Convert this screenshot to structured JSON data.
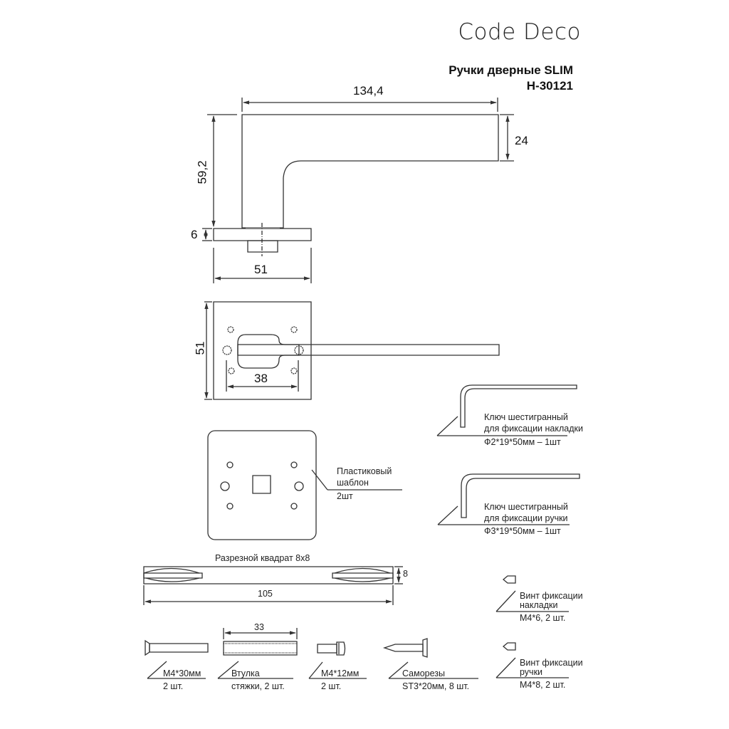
{
  "header": {
    "brand": "Code Deco",
    "product_line": "Ручки дверные SLIM",
    "model": "H-30121"
  },
  "dimensions": {
    "handle_length": "134,4",
    "handle_height": "59,2",
    "lever_width": "24",
    "rosette_thickness": "6",
    "rosette_width": "51",
    "rosette_height": "51",
    "hole_spacing": "38",
    "spindle_length": "105",
    "spindle_section": "8",
    "sleeve_length": "33"
  },
  "parts": {
    "hex_key_rosette": {
      "line1": "Ключ шестигранный",
      "line2": "для фиксации накладки",
      "spec": "Ф2*19*50мм – 1шт"
    },
    "hex_key_handle": {
      "line1": "Ключ шестигранный",
      "line2": "для фиксации ручки",
      "spec": "Ф3*19*50мм – 1шт"
    },
    "template": {
      "line1": "Пластиковый",
      "line2": "шаблон",
      "qty": "2шт"
    },
    "spindle": {
      "label": "Разрезной квадрат 8x8"
    },
    "screw_rosette": {
      "line1": "Винт фиксации",
      "line2": "накладки",
      "spec": "М4*6, 2 шт."
    },
    "screw_handle": {
      "line1": "Винт фиксации",
      "line2": "ручки",
      "spec": "М4*8, 2 шт."
    },
    "bolt_30": {
      "spec": "М4*30мм",
      "qty": "2 шт."
    },
    "sleeve": {
      "line1": "Втулка",
      "line2": "стяжки, 2 шт."
    },
    "bolt_12": {
      "spec": "М4*12мм",
      "qty": "2 шт."
    },
    "self_tapping": {
      "line1": "Саморезы",
      "line2": "ST3*20мм, 8 шт."
    }
  },
  "colors": {
    "line": "#333333",
    "text": "#111111"
  }
}
